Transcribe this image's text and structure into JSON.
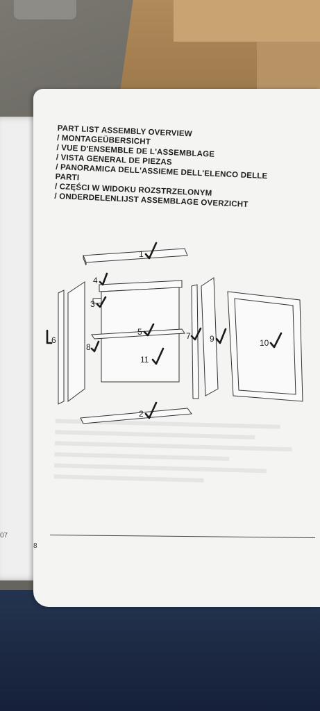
{
  "document": {
    "headings": [
      "PART LIST ASSEMBLY OVERVIEW",
      "/ MONTAGEÜBERSICHT",
      "/ VUE D'ENSEMBLE DE L'ASSEMBLAGE",
      "/ VISTA GENERAL DE PIEZAS",
      "/ PANORAMICA DELL'ASSIEME DELL'ELENCO DELLE",
      "PARTI",
      "/ CZĘŚCI W WIDOKU ROZSTRZELONYM",
      "/ ONDERDELENLIJST ASSEMBLAGE OVERZICHT"
    ],
    "page_number": "8",
    "left_page_number": "07"
  },
  "parts": [
    {
      "number": "1",
      "checked": true
    },
    {
      "number": "2",
      "checked": true
    },
    {
      "number": "3",
      "checked": true
    },
    {
      "number": "4",
      "checked": true
    },
    {
      "number": "5",
      "checked": true
    },
    {
      "number": "6",
      "checked": true
    },
    {
      "number": "7",
      "checked": true
    },
    {
      "number": "8",
      "checked": true
    },
    {
      "number": "9",
      "checked": true
    },
    {
      "number": "10",
      "checked": true
    },
    {
      "number": "11",
      "checked": true
    }
  ],
  "colors": {
    "page": "#f4f4f2",
    "ink": "#1e1e1e",
    "check_mark": "#1a1a1a"
  }
}
